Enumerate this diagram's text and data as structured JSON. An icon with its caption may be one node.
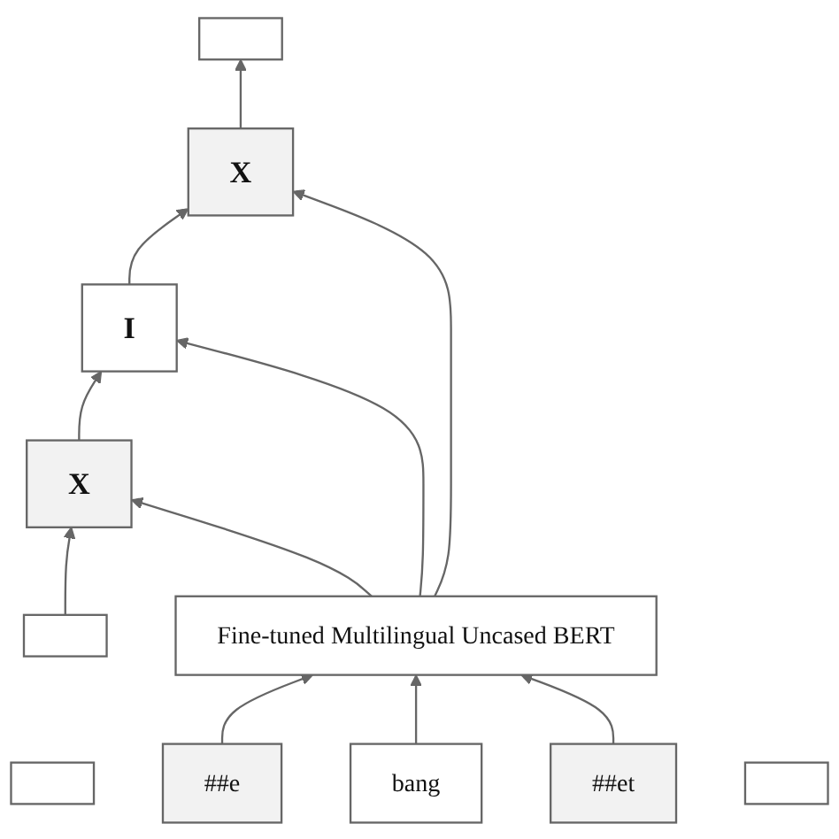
{
  "diagram": {
    "nodes": [
      {
        "text": [],
        "shape": "box"
      },
      {
        "text": [
          "X"
        ]
      },
      {
        "text": [
          "I"
        ]
      },
      {
        "text": [
          "X"
        ]
      },
      {
        "text": [],
        "shape": "box"
      },
      {
        "text": [
          "Fine-tuned Multilingual Uncased BERT"
        ]
      },
      {
        "text": [],
        "shape": "box"
      },
      {
        "text": [
          "##e"
        ]
      },
      {
        "text": [
          "bang"
        ]
      },
      {
        "text": [
          "##et"
        ]
      },
      {
        "text": [],
        "shape": "box"
      }
    ],
    "edges": [
      {
        "from": 0,
        "to": 1,
        "arrow": "to"
      },
      {
        "from": 1,
        "to": 2,
        "arrow": "to"
      },
      {
        "from": 2,
        "to": 3,
        "arrow": "to"
      },
      {
        "from": 3,
        "to": 4,
        "arrow": "to"
      },
      {
        "from": 5,
        "to": 1,
        "arrow": "to"
      },
      {
        "from": 5,
        "to": 2,
        "arrow": "to"
      },
      {
        "from": 5,
        "to": 3,
        "arrow": "to"
      },
      {
        "from": 7,
        "to": 5,
        "arrow": "to"
      },
      {
        "from": 8,
        "to": 5,
        "arrow": "to"
      },
      {
        "from": 9,
        "to": 5,
        "arrow": "to"
      }
    ]
  }
}
